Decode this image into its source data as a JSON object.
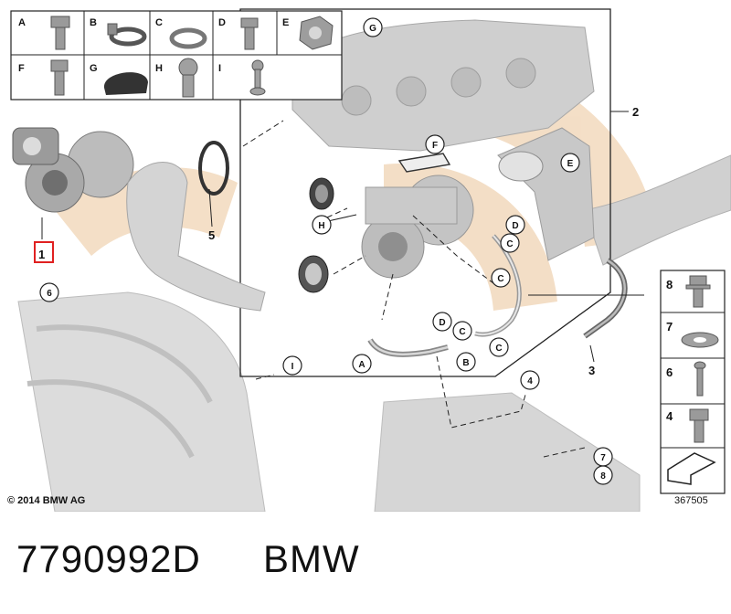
{
  "legend_top": [
    {
      "letter": "A",
      "icon": "bolt-icon"
    },
    {
      "letter": "B",
      "icon": "hose-clamp-icon"
    },
    {
      "letter": "C",
      "icon": "sealing-ring-icon"
    },
    {
      "letter": "D",
      "icon": "hollow-bolt-icon"
    },
    {
      "letter": "E",
      "icon": "hex-nut-icon"
    },
    {
      "letter": "F",
      "icon": "torx-bolt-icon"
    },
    {
      "letter": "G",
      "icon": "cap-icon"
    },
    {
      "letter": "H",
      "icon": "stud-bolt-icon"
    },
    {
      "letter": "I",
      "icon": "pin-bolt-icon"
    }
  ],
  "legend_right": [
    {
      "number": "8",
      "icon": "flange-bolt-icon"
    },
    {
      "number": "7",
      "icon": "washer-icon"
    },
    {
      "number": "6",
      "icon": "long-bolt-icon"
    },
    {
      "number": "4",
      "icon": "hex-bolt-icon"
    }
  ],
  "callouts": {
    "c1": "1",
    "c2": "2",
    "c3": "3",
    "c4": "4",
    "c5": "5",
    "c6": "6",
    "c7": "7",
    "c8": "8",
    "cA": "A",
    "cB": "B",
    "cC1": "C",
    "cC2": "C",
    "cC3": "C",
    "cC4": "C",
    "cD1": "D",
    "cD2": "D",
    "cE": "E",
    "cF": "F",
    "cG": "G",
    "cH": "H",
    "cI": "I"
  },
  "footer": {
    "copyright": "© 2014 BMW AG",
    "diagram_number": "367505"
  },
  "caption": {
    "part_number": "7790992D",
    "brand": "BMW"
  },
  "colors": {
    "watermark": "#f2d9bd",
    "part_gray": "#c4c4c4",
    "part_dark": "#7d7d7d",
    "highlight_red": "#e02020"
  }
}
